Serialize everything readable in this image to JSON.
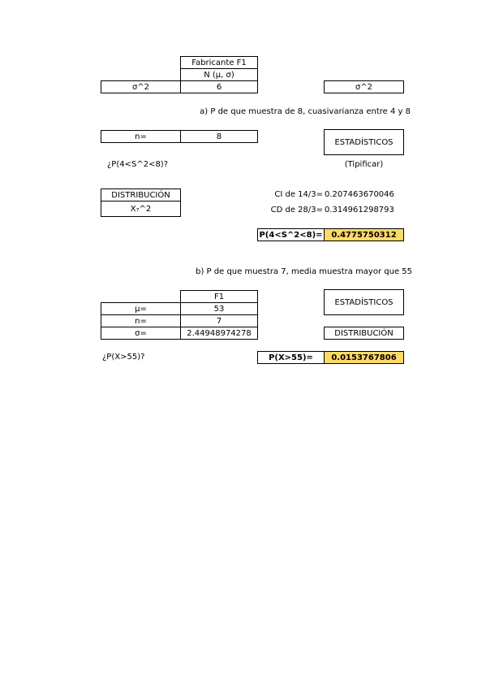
{
  "sheet": {
    "header_label": "Fabricante F1",
    "header_dist": "N (μ, σ)",
    "sigma2_label": "σ^2",
    "sigma2_value": "6",
    "sigma2_right_label": "σ^2",
    "part_a": {
      "title": "a) P de que muestra de 8, cuasivarianza entre 4 y 8",
      "n_label": "n=",
      "n_value": "8",
      "estadisticos": "ESTADÍSTICOS",
      "question": "¿P(4<S^2<8)?",
      "tipificar": "(Tipificar)",
      "distribucion_label": "DISTRIBUCIÓN",
      "distribucion_value": "X₇^2",
      "ci_label": "CI de 14/3=",
      "ci_value": "0.207463670046",
      "cd_label": "CD de 28/3=",
      "cd_value": "0.314961298793",
      "result_label": "P(4<S^2<8)=",
      "result_value": "0.4775750312"
    },
    "part_b": {
      "title": "b) P de que muestra 7, media muestra mayor que 55",
      "col_header": "F1",
      "mu_label": "μ=",
      "mu_value": "53",
      "n_label": "n=",
      "n_value": "7",
      "sigma_label": "σ=",
      "sigma_value": "2.44948974278",
      "estadisticos": "ESTADÍSTICOS",
      "distribucion": "DISTRIBUCIÓN",
      "question": "¿P(X>55)?",
      "result_label": "P(X>55)=",
      "result_value": "0.0153767806"
    }
  }
}
